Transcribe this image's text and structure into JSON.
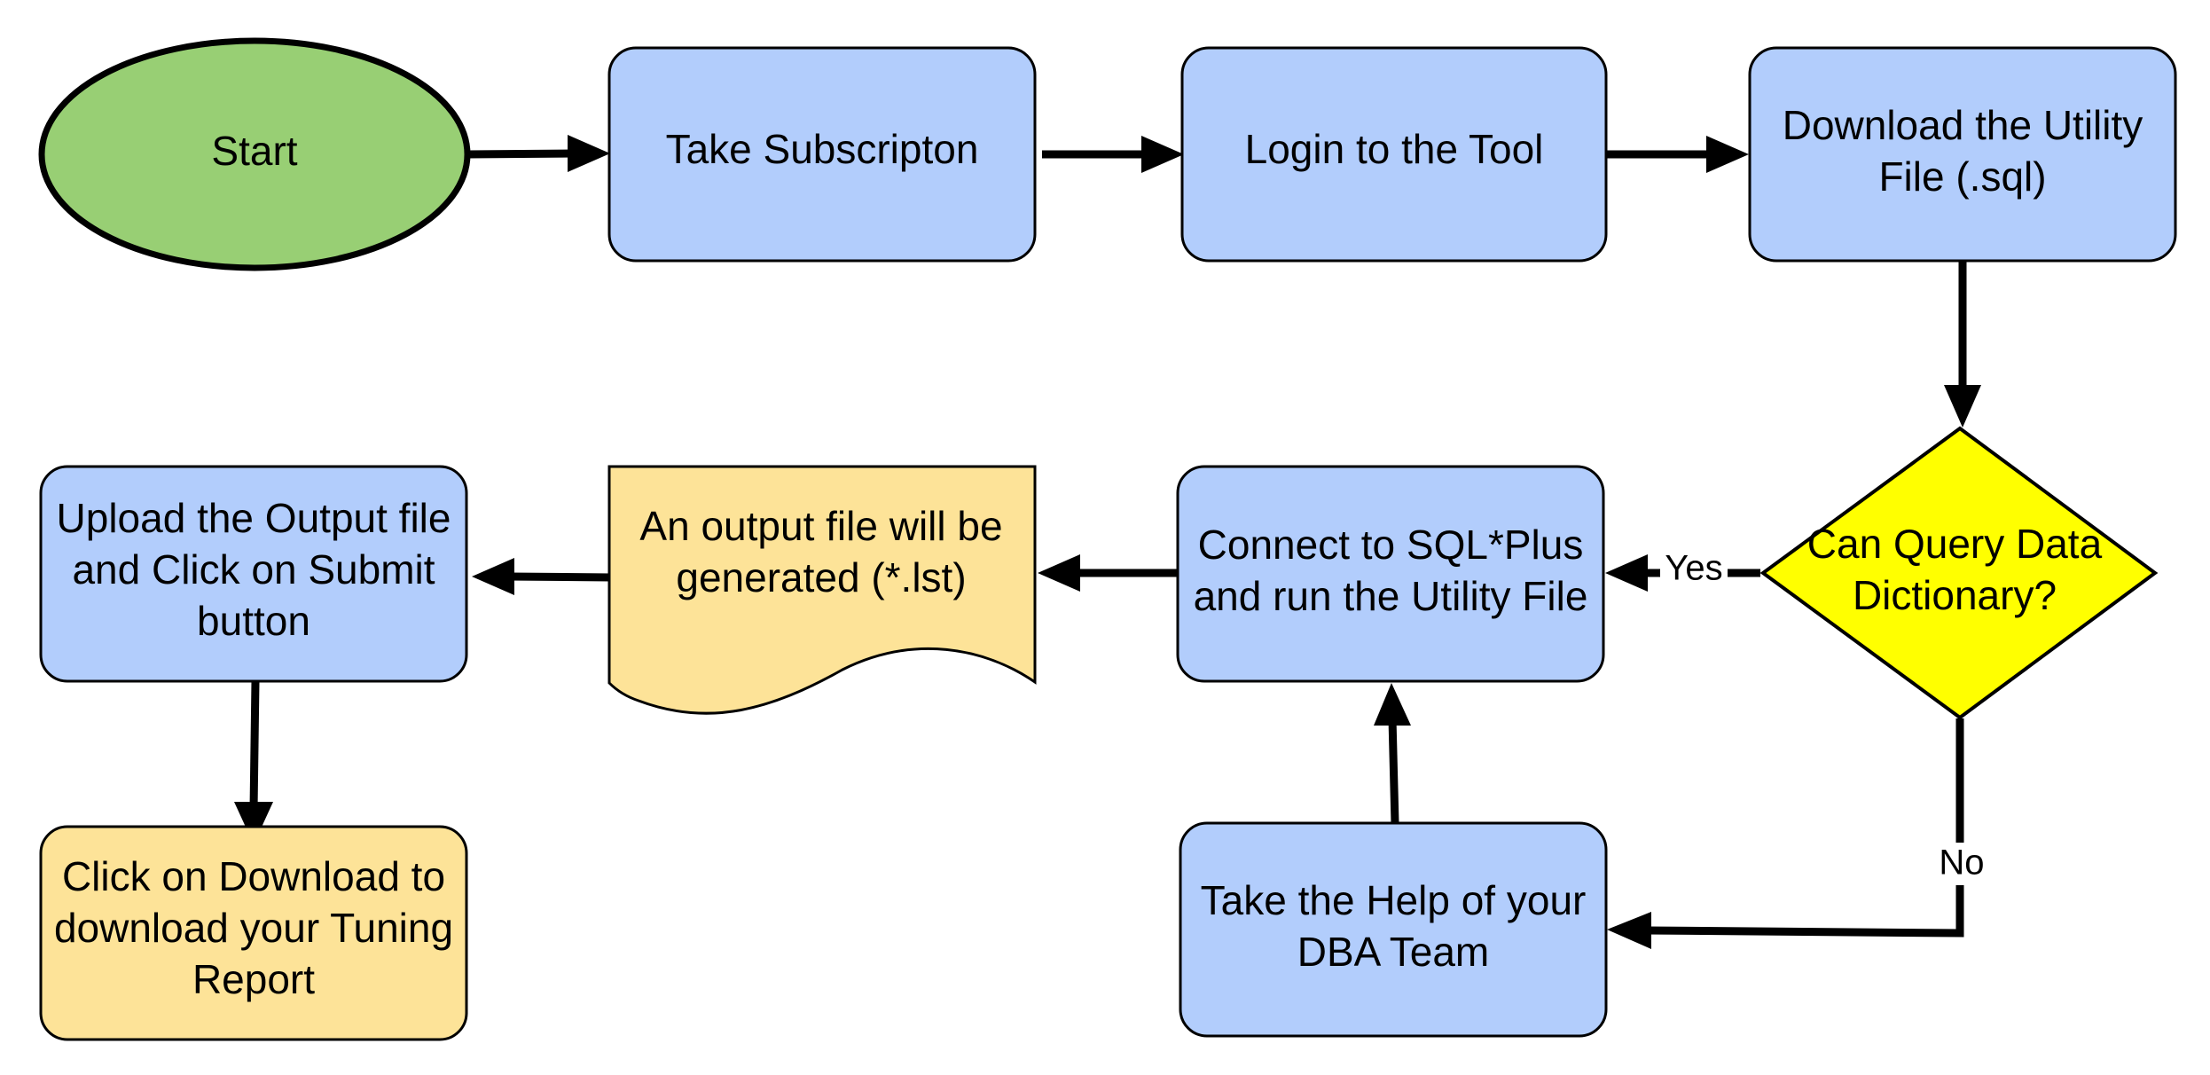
{
  "colors": {
    "process": "#b2cdfc",
    "start": "#98cf74",
    "decision": "#ffff00",
    "document": "#fde398",
    "report": "#fde398",
    "stroke": "#000000"
  },
  "nodes": {
    "start": {
      "lines": [
        "Start"
      ]
    },
    "subscription": {
      "lines": [
        "Take Subscripton"
      ]
    },
    "login": {
      "lines": [
        "Login to the Tool"
      ]
    },
    "download_utility": {
      "lines": [
        "Download the Utility",
        "File (.sql)"
      ]
    },
    "decision": {
      "lines": [
        "Can Query Data",
        "Dictionary?"
      ]
    },
    "connect": {
      "lines": [
        "Connect to SQL*Plus",
        "and run the Utility File"
      ]
    },
    "output_doc": {
      "lines": [
        "An output file will be",
        "generated (*.lst)"
      ]
    },
    "upload": {
      "lines": [
        "Upload the Output file",
        "and Click on Submit",
        "button"
      ]
    },
    "report": {
      "lines": [
        "Click on Download to",
        "download your Tuning",
        "Report"
      ]
    },
    "dba_help": {
      "lines": [
        "Take the Help of your",
        "DBA Team"
      ]
    }
  },
  "edge_labels": {
    "yes": "Yes",
    "no": "No"
  }
}
